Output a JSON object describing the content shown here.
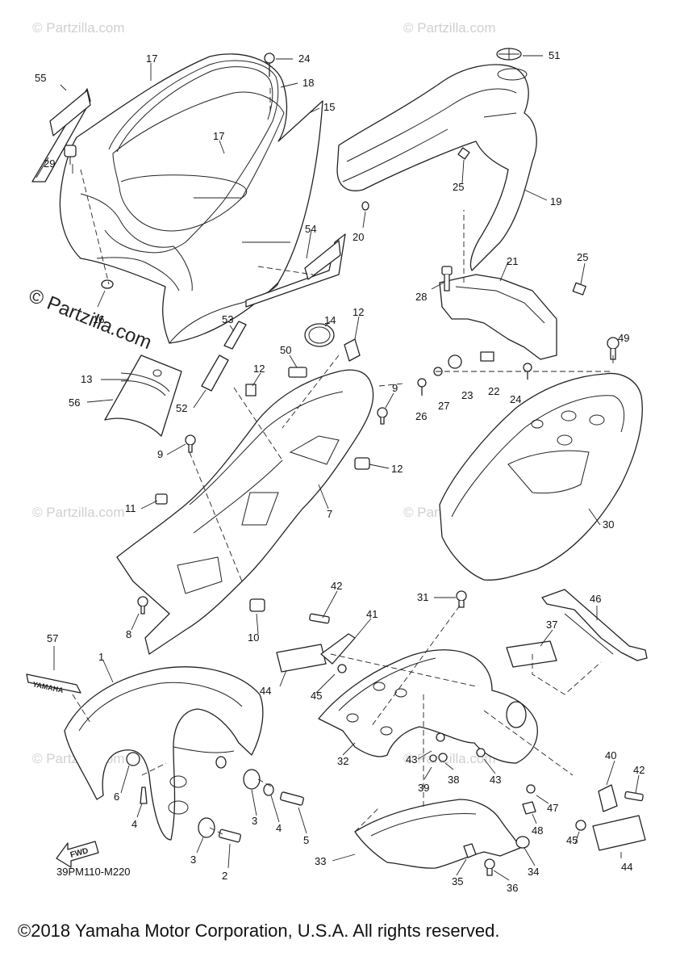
{
  "watermark_text": "© Partzilla.com",
  "brand_watermark": "© Partzilla.com",
  "diagram_code": "39PM110-M220",
  "copyright": "©2018 Yamaha Motor Corporation, U.S.A. All rights reserved.",
  "fwd_label": "FWD",
  "decal_text": "YAMAHA",
  "callouts": {
    "p1": "1",
    "p2": "2",
    "p3a": "3",
    "p3b": "3",
    "p4a": "4",
    "p4b": "4",
    "p5": "5",
    "p6": "6",
    "p7": "7",
    "p8": "8",
    "p9a": "9",
    "p9b": "9",
    "p10": "10",
    "p11": "11",
    "p12a": "12",
    "p12b": "12",
    "p12c": "12",
    "p13": "13",
    "p14": "14",
    "p15": "15",
    "p16": "16",
    "p17a": "17",
    "p17b": "17",
    "p18": "18",
    "p19": "19",
    "p20": "20",
    "p21": "21",
    "p22": "22",
    "p23": "23",
    "p24a": "24",
    "p24b": "24",
    "p25a": "25",
    "p25b": "25",
    "p26": "26",
    "p27": "27",
    "p28": "28",
    "p29": "29",
    "p30": "30",
    "p31": "31",
    "p32": "32",
    "p33": "33",
    "p34": "34",
    "p35": "35",
    "p36": "36",
    "p37": "37",
    "p38": "38",
    "p39": "39",
    "p40": "40",
    "p41": "41",
    "p42a": "42",
    "p42b": "42",
    "p43a": "43",
    "p43b": "43",
    "p44a": "44",
    "p44b": "44",
    "p45a": "45",
    "p45b": "45",
    "p46": "46",
    "p47": "47",
    "p48": "48",
    "p49": "49",
    "p50": "50",
    "p51": "51",
    "p52": "52",
    "p53": "53",
    "p54": "54",
    "p55": "55",
    "p56": "56",
    "p57": "57"
  }
}
